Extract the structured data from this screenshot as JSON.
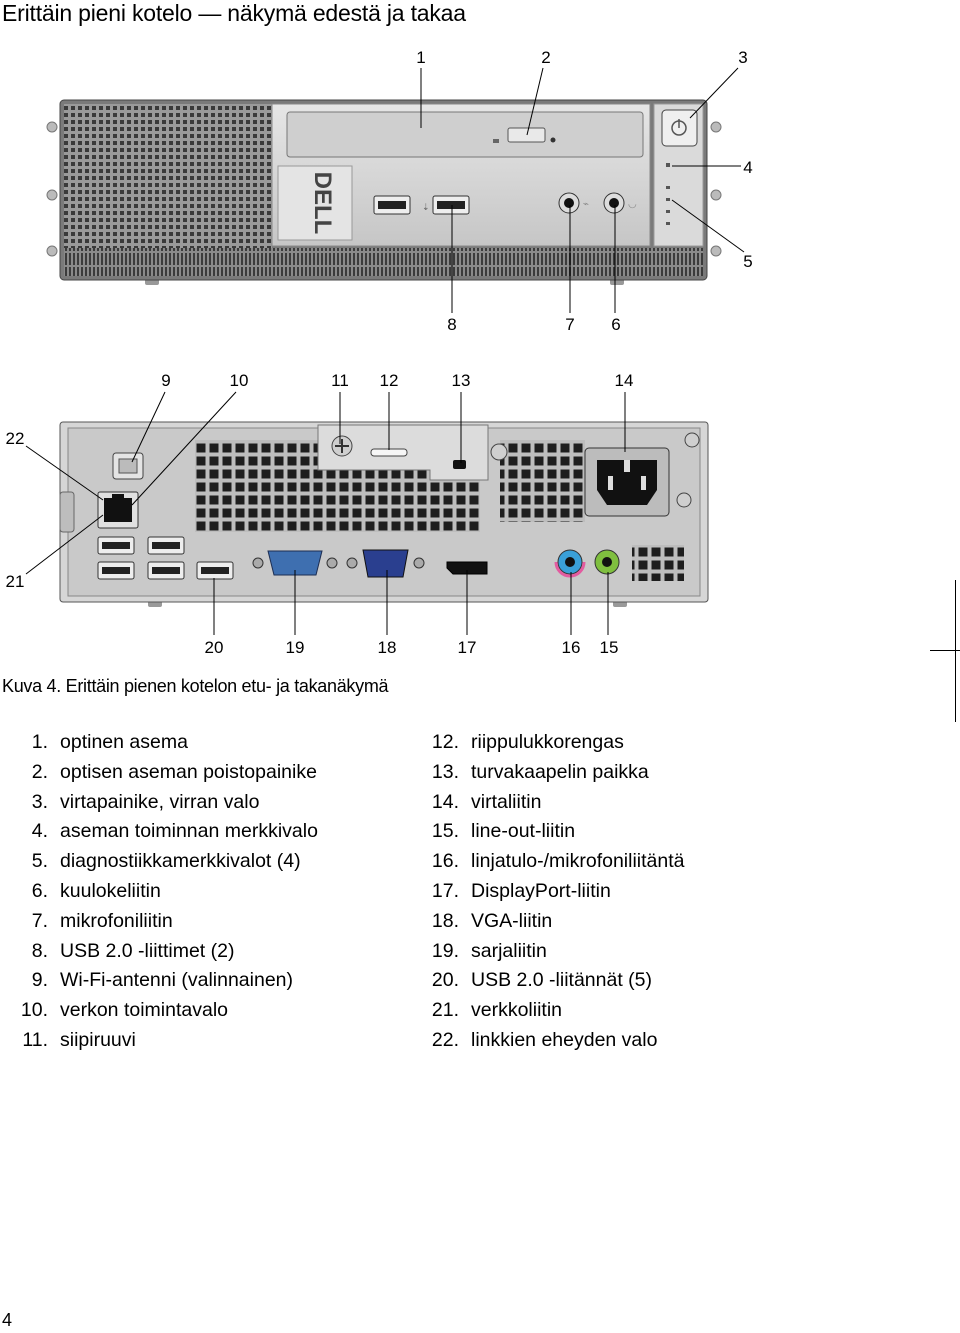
{
  "page": {
    "heading": "Erittäin pieni kotelo — näkymä edestä ja takaa",
    "caption": "Kuva 4. Erittäin pienen kotelon etu- ja takanäkymä",
    "page_number": "4"
  },
  "front_callouts": [
    "1",
    "2",
    "3",
    "4",
    "5",
    "6",
    "7",
    "8"
  ],
  "rear_callouts": [
    "9",
    "10",
    "11",
    "12",
    "13",
    "14",
    "15",
    "16",
    "17",
    "18",
    "19",
    "20",
    "21",
    "22"
  ],
  "legend": [
    {
      "num": "1.",
      "text": "optinen asema"
    },
    {
      "num": "2.",
      "text": "optisen aseman poistopainike"
    },
    {
      "num": "3.",
      "text": "virtapainike, virran valo"
    },
    {
      "num": "4.",
      "text": "aseman toiminnan merkkivalo"
    },
    {
      "num": "5.",
      "text": "diagnostiikkamerkkivalot (4)"
    },
    {
      "num": "6.",
      "text": "kuulokeliitin"
    },
    {
      "num": "7.",
      "text": "mikrofoniliitin"
    },
    {
      "num": "8.",
      "text": "USB 2.0 -liittimet (2)"
    },
    {
      "num": "9.",
      "text": "Wi-Fi-antenni (valinnainen)"
    },
    {
      "num": "10.",
      "text": "verkon toimintavalo"
    },
    {
      "num": "11.",
      "text": "siipiruuvi"
    },
    {
      "num": "12.",
      "text": "riippulukkorengas"
    },
    {
      "num": "13.",
      "text": "turvakaapelin paikka"
    },
    {
      "num": "14.",
      "text": "virtaliitin"
    },
    {
      "num": "15.",
      "text": "line-out-liitin"
    },
    {
      "num": "16.",
      "text": "linjatulo-/mikrofoniliitäntä"
    },
    {
      "num": "17.",
      "text": "DisplayPort-liitin"
    },
    {
      "num": "18.",
      "text": "VGA-liitin"
    },
    {
      "num": "19.",
      "text": "sarjaliitin"
    },
    {
      "num": "20.",
      "text": "USB 2.0 -liitännät (5)"
    },
    {
      "num": "21.",
      "text": "verkkoliitin"
    },
    {
      "num": "22.",
      "text": "linkkien eheyden valo"
    }
  ],
  "logo_text": "DELL",
  "colors": {
    "chassis": "#8a8a8a",
    "panel": "#d7d7d7",
    "dark": "#2b2b2b",
    "mic": "#e35ba0",
    "lineout": "#7fbf3f",
    "linein": "#3aa0d8",
    "vga": "#2a3f8f",
    "serial": "#3e6fb0"
  }
}
